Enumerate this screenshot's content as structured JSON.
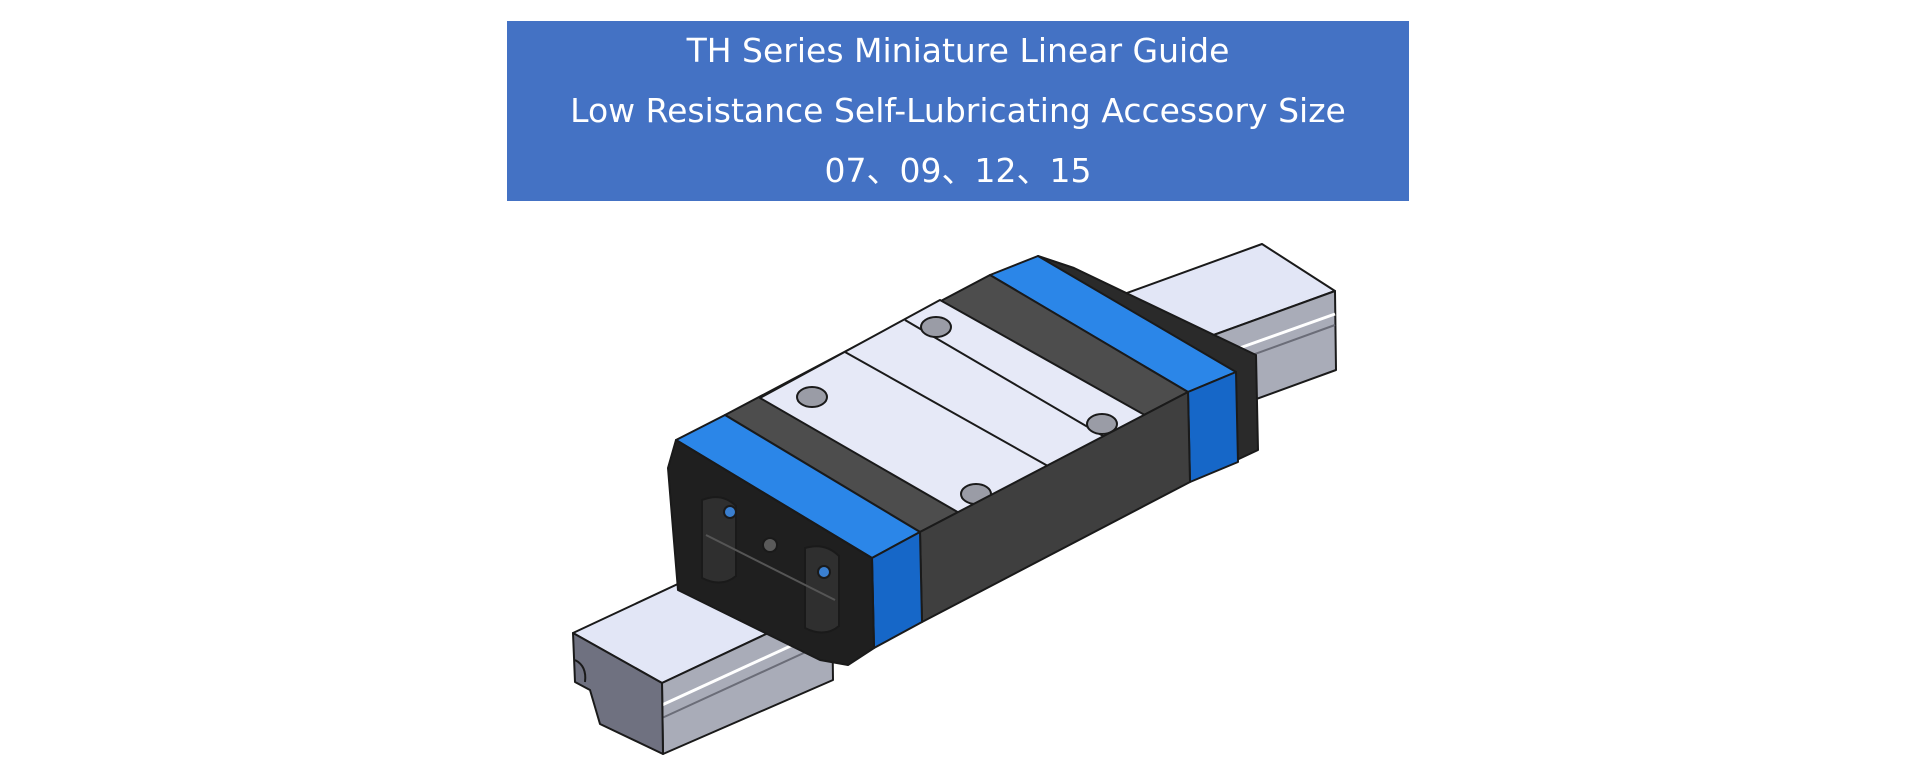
{
  "banner": {
    "line1": "TH Series Miniature Linear Guide",
    "line2": "Low Resistance Self-Lubricating Accessory Size",
    "line3": "07、09、12、15"
  },
  "colors": {
    "banner_bg": "#4472c4",
    "banner_text": "#ffffff",
    "accent_blue": "#1f7fe0",
    "body_dark": "#4a4a4a",
    "end_cap_black": "#1c1c1c",
    "metal_light": "#dfe3f3"
  },
  "illustration": {
    "subject": "linear-guide-block-on-rail"
  }
}
